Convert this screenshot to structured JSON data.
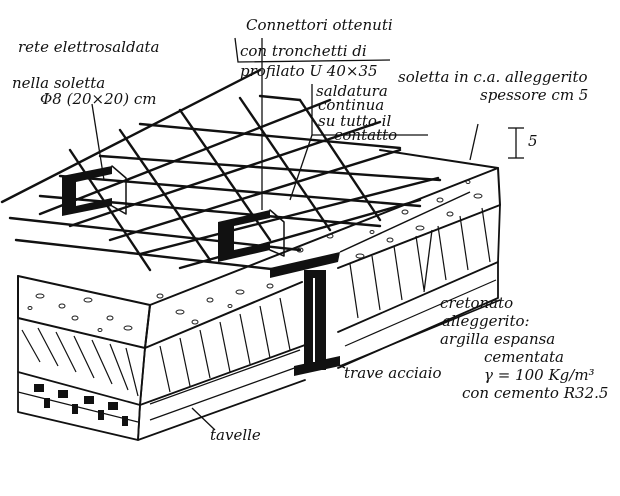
{
  "labels": {
    "mesh_line1": "rete elettrosaldata",
    "mesh_line2": "nella soletta",
    "mesh_line3": "Φ8 (20×20) cm",
    "conn_line1": "Connettori ottenuti",
    "conn_line2": "con tronchetti di",
    "conn_line3": "profilato U 40×35",
    "weld_line1": "saldatura",
    "weld_line2": "continua",
    "weld_line3": "su tutto il",
    "weld_line4": "contatto",
    "slab_line1": "soletta in c.a. alleggerito",
    "slab_line2": "spessore cm 5",
    "slab_dim": "5",
    "fill_line1": "cretonato",
    "fill_line2": "alleggerito:",
    "fill_line3": "argilla espansa",
    "fill_line4": "cementata",
    "fill_line5": "γ = 100 Kg/m³",
    "fill_line6": "con cemento R32.5",
    "beam": "trave acciaio",
    "tiles": "tavelle"
  }
}
